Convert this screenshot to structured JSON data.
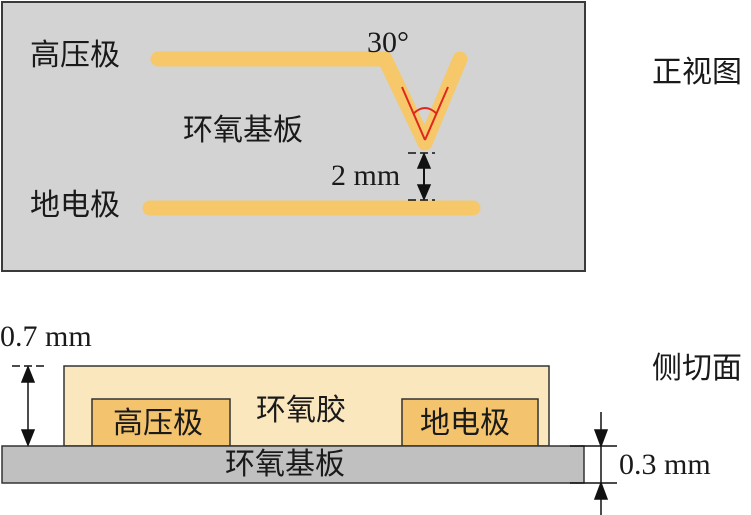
{
  "front_view": {
    "title": "正视图",
    "substrate_label": "环氧基板",
    "hv_electrode_label": "高压极",
    "ground_electrode_label": "地电极",
    "angle_label": "30°",
    "gap_label": "2 mm",
    "colors": {
      "substrate": "#d3d3d3",
      "electrode": "#f6c86a",
      "angle_mark": "#e0271c",
      "outline": "#333333"
    }
  },
  "side_view": {
    "title": "侧切面",
    "epoxy_glue_label": "环氧胶",
    "hv_electrode_label": "高压极",
    "ground_electrode_label": "地电极",
    "substrate_label": "环氧基板",
    "glue_thickness_label": "0.7 mm",
    "substrate_thickness_label": "0.3 mm",
    "colors": {
      "glue": "#fbe7be",
      "electrode": "#f3c46d",
      "substrate": "#c0c0c0"
    }
  }
}
